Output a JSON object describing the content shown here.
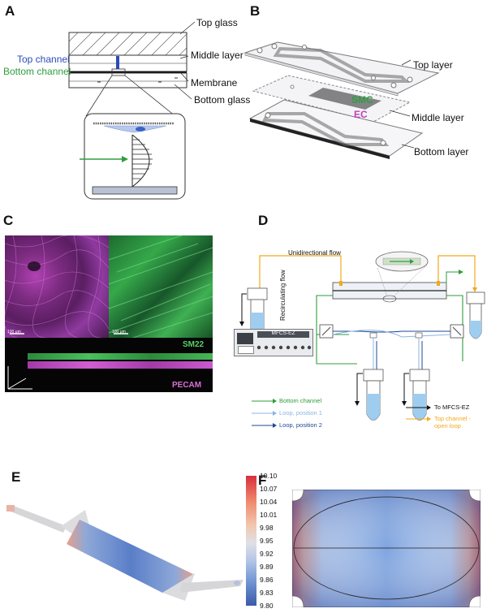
{
  "panels": {
    "a": {
      "letter": "A",
      "top_glass": "Top glass",
      "top_channel": "Top channel",
      "bottom_channel": "Bottom channel",
      "middle_layer": "Middle layer",
      "membrane": "Membrane",
      "bottom_glass": "Bottom glass"
    },
    "b": {
      "letter": "B",
      "top_layer": "Top layer",
      "smc": "SMC",
      "ec": "EC",
      "middle_layer": "Middle layer",
      "bottom_layer": "Bottom layer"
    },
    "c": {
      "letter": "C",
      "scale_left": "100 μm",
      "scale_right": "100 μm",
      "sm22": "SM22",
      "pecam": "PECAM"
    },
    "d": {
      "letter": "D",
      "unidirectional_flow": "Unidirectional flow",
      "recirculating_flow": "Recirculating flow",
      "device_label": "MFCS-EZ",
      "legend": {
        "bottom_channel": "Bottom channel",
        "loop_position_1": "Loop, position 1",
        "loop_position_2": "Loop, position 2",
        "to_mfcs": "To MFCS-EZ",
        "top_channel_open_loop_1": "Top channel -",
        "top_channel_open_loop_2": "open loop"
      }
    },
    "e": {
      "letter": "E"
    },
    "f": {
      "letter": "F",
      "colorbar_ticks": [
        "10.10",
        "10.07",
        "10.04",
        "10.01",
        "9.98",
        "9.95",
        "9.92",
        "9.89",
        "9.86",
        "9.83",
        "9.80"
      ]
    }
  },
  "colors": {
    "green": "#2e9e3e",
    "blue_top": "#2a4db5",
    "magenta": "#c040b8",
    "orange": "#f2a91c",
    "navy": "#1f4a8f",
    "light_blue": "#8ab4e6"
  }
}
